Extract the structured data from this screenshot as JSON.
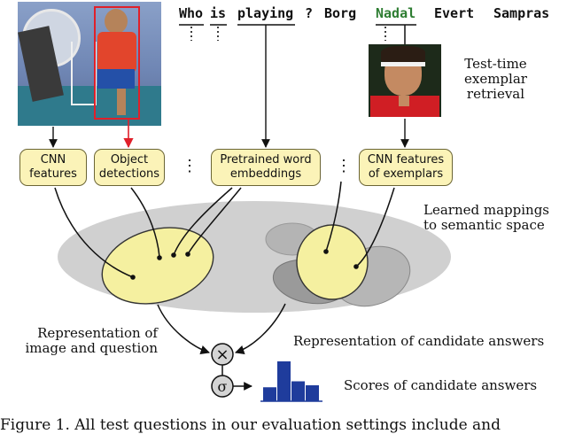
{
  "question": {
    "words": [
      "Who",
      "is",
      "playing",
      "?"
    ],
    "candidates": [
      "Borg",
      "Nadal",
      "Evert",
      "Sampras"
    ],
    "answer_color": "#2e7d32"
  },
  "boxes": {
    "cnn": "CNN\nfeatures",
    "object": "Object\ndetections",
    "word": "Pretrained word\nembeddings",
    "exemplar": "CNN features\nof exemplars"
  },
  "labels": {
    "exemplar_retrieval": "Test-time\nexemplar\nretrieval",
    "learned_mappings": "Learned mappings\nto semantic space",
    "representation_iq": "Representation of\nimage and question",
    "representation_answers": "Representation of candidate answers",
    "scores": "Scores of candidate answers"
  },
  "ops": {
    "multiply": "×",
    "sigma": "σ"
  },
  "ellipsis": "⋮",
  "caption": "Figure 1. All test questions in our evaluation settings include and",
  "colors": {
    "box_fill": "#fbf3b8",
    "ellipse_fill": "#f5f0a0",
    "semantic_space": "#d0d0d0",
    "bars": "#1f3c9c",
    "detection_box": "#e0202a"
  },
  "histogram": [
    0.35,
    1.0,
    0.5,
    0.4
  ]
}
